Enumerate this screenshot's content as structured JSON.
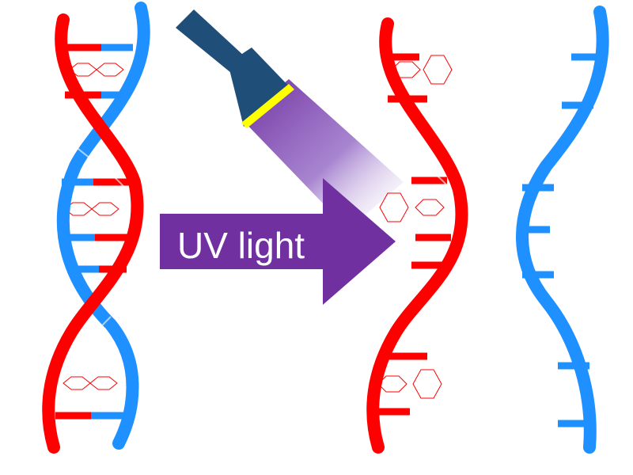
{
  "arrow": {
    "label": "UV light",
    "color": "#7030a0",
    "text_color": "#ffffff"
  },
  "flashlight": {
    "icon": "flashlight-icon",
    "body_color": "#1f4e79",
    "lens_color": "#ffff00",
    "beam_color": "#7030a0"
  },
  "dna": {
    "strand_a_color": "#ff0000",
    "strand_b_color": "#1e90ff",
    "base_ring_color": "#ff0000",
    "panels": [
      {
        "name": "intact-double-helix"
      },
      {
        "name": "damaged-strand-with-dimers"
      },
      {
        "name": "separated-strand"
      }
    ]
  }
}
